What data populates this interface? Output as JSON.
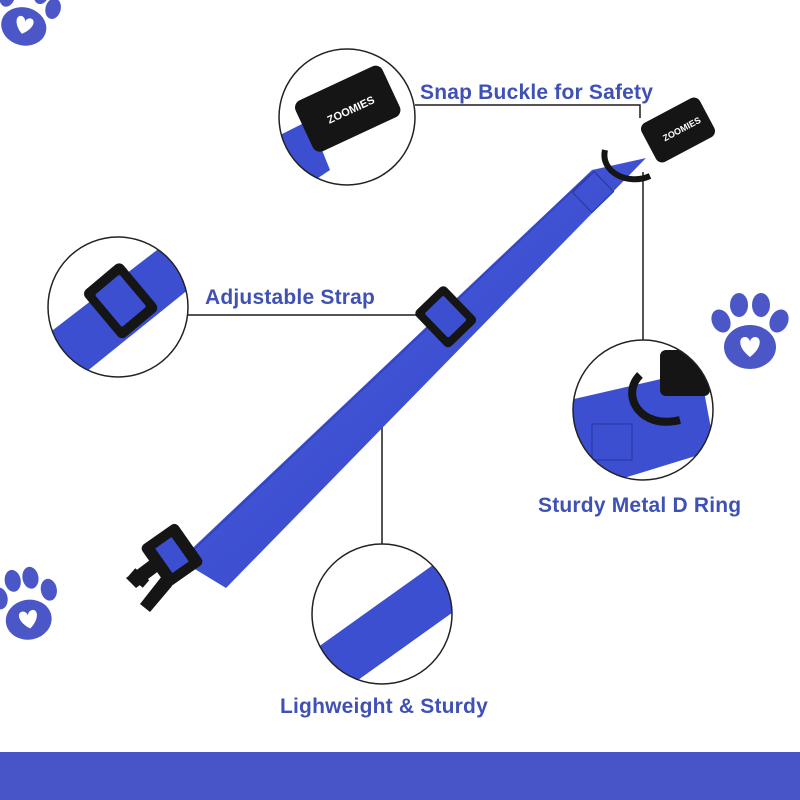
{
  "features": {
    "buckle": "Snap Buckle for Safety",
    "strap": "Adjustable Strap",
    "dring": "Sturdy Metal D Ring",
    "lightweight": "Lighweight & Sturdy"
  },
  "brand": "ZOOMIES",
  "colors": {
    "collar_blue": "#3c4fd0",
    "label_blue": "#3f51b5",
    "paw_blue": "#4b57c6",
    "footer_blue": "#4755c8",
    "hardware_black": "#151515"
  },
  "icons": [
    "paw-print-icon",
    "heart-icon"
  ]
}
